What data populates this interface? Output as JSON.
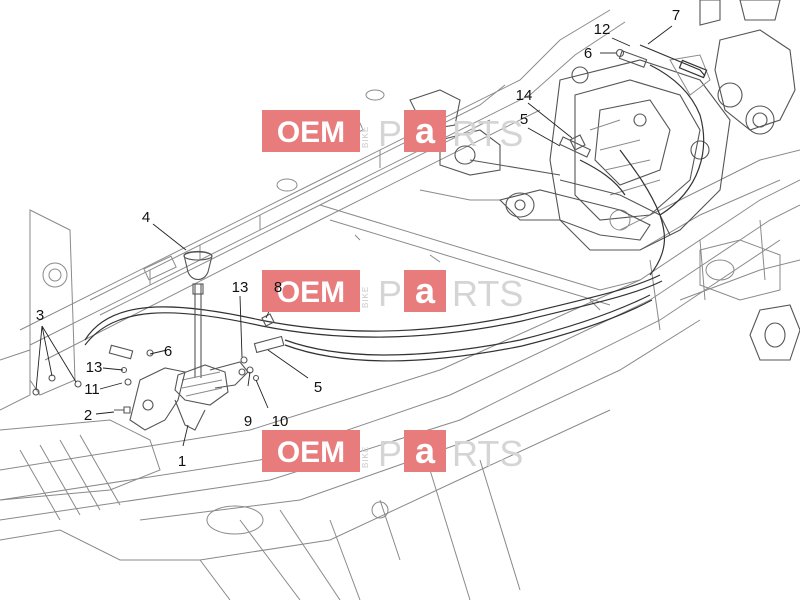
{
  "watermark": {
    "brand": "OEM",
    "side_text": "BIKE",
    "suffix_p": "P",
    "suffix_a": "a",
    "suffix_rts": "RTS",
    "colors": {
      "red": "#e87c7c",
      "grey": "#d5d5d5"
    }
  },
  "callouts": [
    {
      "id": "1",
      "text": "1"
    },
    {
      "id": "2",
      "text": "2"
    },
    {
      "id": "3",
      "text": "3"
    },
    {
      "id": "4",
      "text": "4"
    },
    {
      "id": "5a",
      "text": "5"
    },
    {
      "id": "5b",
      "text": "5"
    },
    {
      "id": "6a",
      "text": "6"
    },
    {
      "id": "6b",
      "text": "6"
    },
    {
      "id": "7",
      "text": "7"
    },
    {
      "id": "8",
      "text": "8"
    },
    {
      "id": "9",
      "text": "9"
    },
    {
      "id": "10",
      "text": "10"
    },
    {
      "id": "11",
      "text": "11"
    },
    {
      "id": "12",
      "text": "12"
    },
    {
      "id": "13a",
      "text": "13"
    },
    {
      "id": "13b",
      "text": "13"
    },
    {
      "id": "14",
      "text": "14"
    }
  ]
}
